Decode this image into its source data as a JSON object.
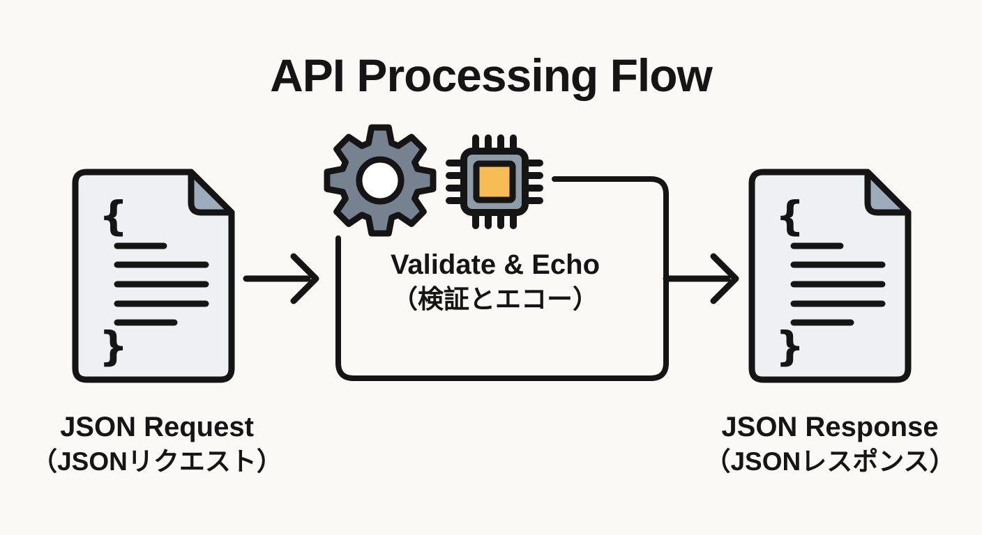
{
  "title": "API Processing Flow",
  "flow": {
    "request": {
      "label": "JSON Request",
      "label_ja": "（JSONリクエスト）"
    },
    "process": {
      "label": "Validate & Echo",
      "label_ja": "（検証とエコー）"
    },
    "response": {
      "label": "JSON Response",
      "label_ja": "（JSONレスポンス）"
    }
  },
  "doc": {
    "brace_open": "{",
    "brace_close": "}"
  },
  "icons": {
    "request": "json-document-icon",
    "process": [
      "gear-icon",
      "chip-icon"
    ],
    "response": "json-document-icon",
    "connectors": [
      "arrow-right-icon",
      "arrow-right-icon"
    ]
  },
  "colors": {
    "bg": "#fbf9f6",
    "ink": "#151515",
    "gear-gray": "#76828f",
    "chip-gray": "#8e9ba8",
    "fold-gray": "#9dacba",
    "doc-fill": "#eef0f3",
    "chip-orange": "#f6bd55",
    "hole-white": "#ffffff"
  }
}
